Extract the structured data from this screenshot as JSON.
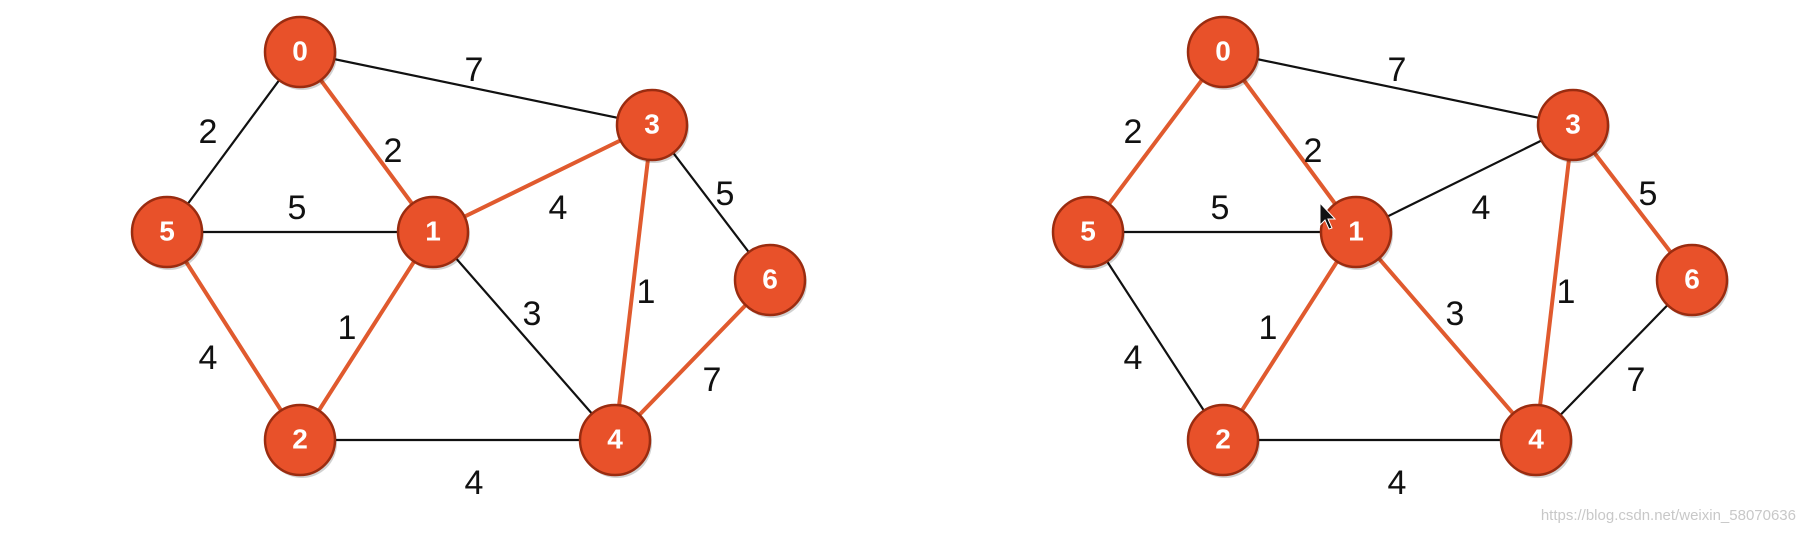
{
  "colors": {
    "node_fill": "#e8512a",
    "node_stroke": "#9a2c10",
    "highlight_edge": "#e05a2e",
    "normal_edge": "#111111",
    "node_text": "#ffffff",
    "edge_text": "#111111"
  },
  "graphs": [
    {
      "name": "left",
      "nodes": [
        {
          "id": "0",
          "label": "0"
        },
        {
          "id": "1",
          "label": "1"
        },
        {
          "id": "2",
          "label": "2"
        },
        {
          "id": "3",
          "label": "3"
        },
        {
          "id": "4",
          "label": "4"
        },
        {
          "id": "5",
          "label": "5"
        },
        {
          "id": "6",
          "label": "6"
        }
      ],
      "edges": [
        {
          "from": "0",
          "to": "5",
          "weight": "2",
          "highlighted": false
        },
        {
          "from": "0",
          "to": "1",
          "weight": "2",
          "highlighted": true
        },
        {
          "from": "0",
          "to": "3",
          "weight": "7",
          "highlighted": false
        },
        {
          "from": "5",
          "to": "1",
          "weight": "5",
          "highlighted": false
        },
        {
          "from": "5",
          "to": "2",
          "weight": "4",
          "highlighted": true
        },
        {
          "from": "1",
          "to": "3",
          "weight": "4",
          "highlighted": true
        },
        {
          "from": "1",
          "to": "2",
          "weight": "1",
          "highlighted": true
        },
        {
          "from": "1",
          "to": "4",
          "weight": "3",
          "highlighted": false
        },
        {
          "from": "3",
          "to": "4",
          "weight": "1",
          "highlighted": true
        },
        {
          "from": "3",
          "to": "6",
          "weight": "5",
          "highlighted": false
        },
        {
          "from": "2",
          "to": "4",
          "weight": "4",
          "highlighted": false
        },
        {
          "from": "6",
          "to": "4",
          "weight": "7",
          "highlighted": true
        }
      ]
    },
    {
      "name": "right",
      "nodes": [
        {
          "id": "0",
          "label": "0"
        },
        {
          "id": "1",
          "label": "1"
        },
        {
          "id": "2",
          "label": "2"
        },
        {
          "id": "3",
          "label": "3"
        },
        {
          "id": "4",
          "label": "4"
        },
        {
          "id": "5",
          "label": "5"
        },
        {
          "id": "6",
          "label": "6"
        }
      ],
      "edges": [
        {
          "from": "0",
          "to": "5",
          "weight": "2",
          "highlighted": true
        },
        {
          "from": "0",
          "to": "1",
          "weight": "2",
          "highlighted": true
        },
        {
          "from": "0",
          "to": "3",
          "weight": "7",
          "highlighted": false
        },
        {
          "from": "5",
          "to": "1",
          "weight": "5",
          "highlighted": false
        },
        {
          "from": "5",
          "to": "2",
          "weight": "4",
          "highlighted": false
        },
        {
          "from": "1",
          "to": "3",
          "weight": "4",
          "highlighted": false
        },
        {
          "from": "1",
          "to": "2",
          "weight": "1",
          "highlighted": true
        },
        {
          "from": "1",
          "to": "4",
          "weight": "3",
          "highlighted": true
        },
        {
          "from": "3",
          "to": "4",
          "weight": "1",
          "highlighted": true
        },
        {
          "from": "3",
          "to": "6",
          "weight": "5",
          "highlighted": true
        },
        {
          "from": "2",
          "to": "4",
          "weight": "4",
          "highlighted": false
        },
        {
          "from": "6",
          "to": "4",
          "weight": "7",
          "highlighted": false
        }
      ]
    }
  ],
  "watermark": "https://blog.csdn.net/weixin_58070636"
}
